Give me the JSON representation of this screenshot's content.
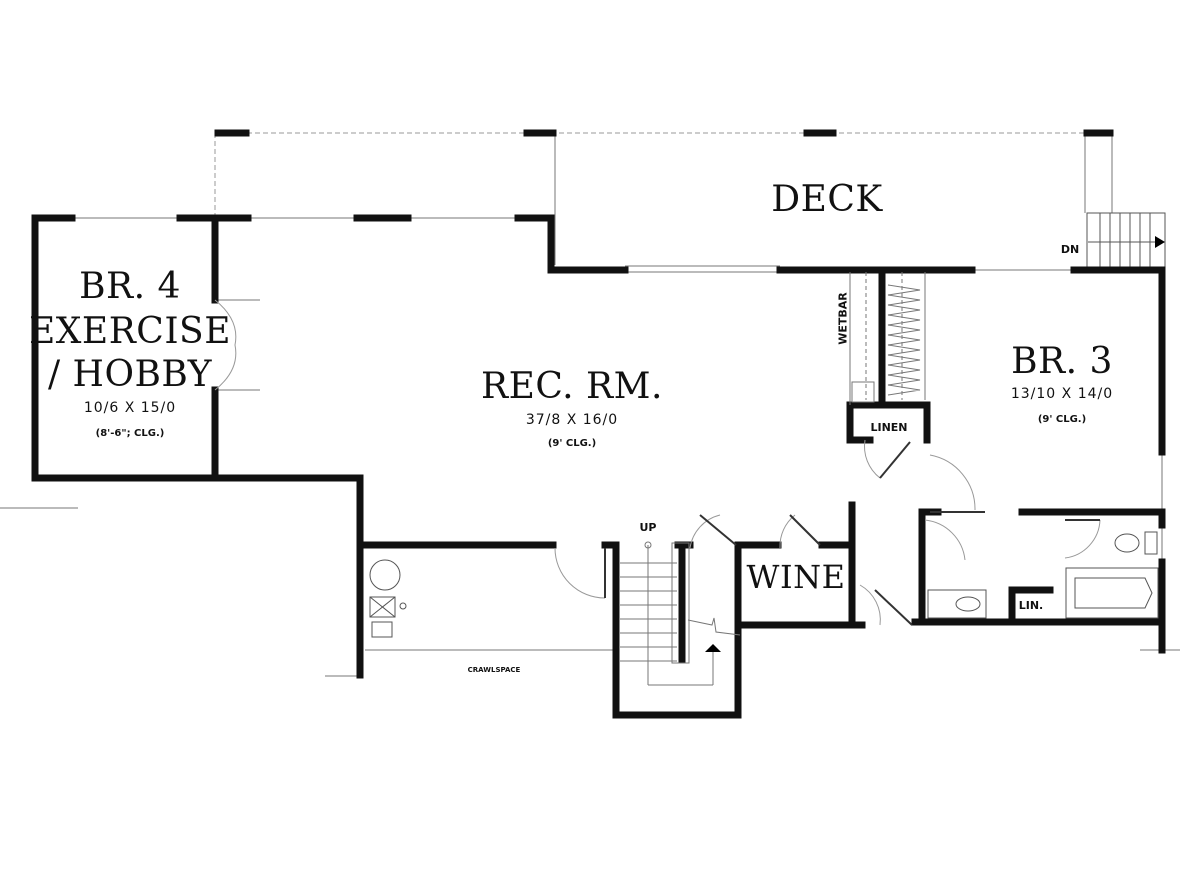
{
  "rooms": {
    "deck": {
      "name": "DECK"
    },
    "br4": {
      "name_line1": "BR. 4",
      "name_line2": "EXERCISE",
      "name_line3": "/ HOBBY",
      "size": "10/6 X 15/0",
      "ceiling": "(8'-6\"; CLG.)"
    },
    "rec": {
      "name": "REC. RM.",
      "size": "37/8 X 16/0",
      "ceiling": "(9' CLG.)"
    },
    "br3": {
      "name": "BR. 3",
      "size": "13/10 X 14/0",
      "ceiling": "(9' CLG.)"
    },
    "wine": {
      "name": "WINE"
    },
    "wetbar": {
      "name": "WETBAR"
    },
    "linen": {
      "name": "LINEN"
    },
    "lin": {
      "name": "LIN."
    },
    "crawlspace": {
      "name": "CRAWLSPACE"
    }
  },
  "annotations": {
    "stair_up": "UP",
    "stair_down": "DN"
  }
}
